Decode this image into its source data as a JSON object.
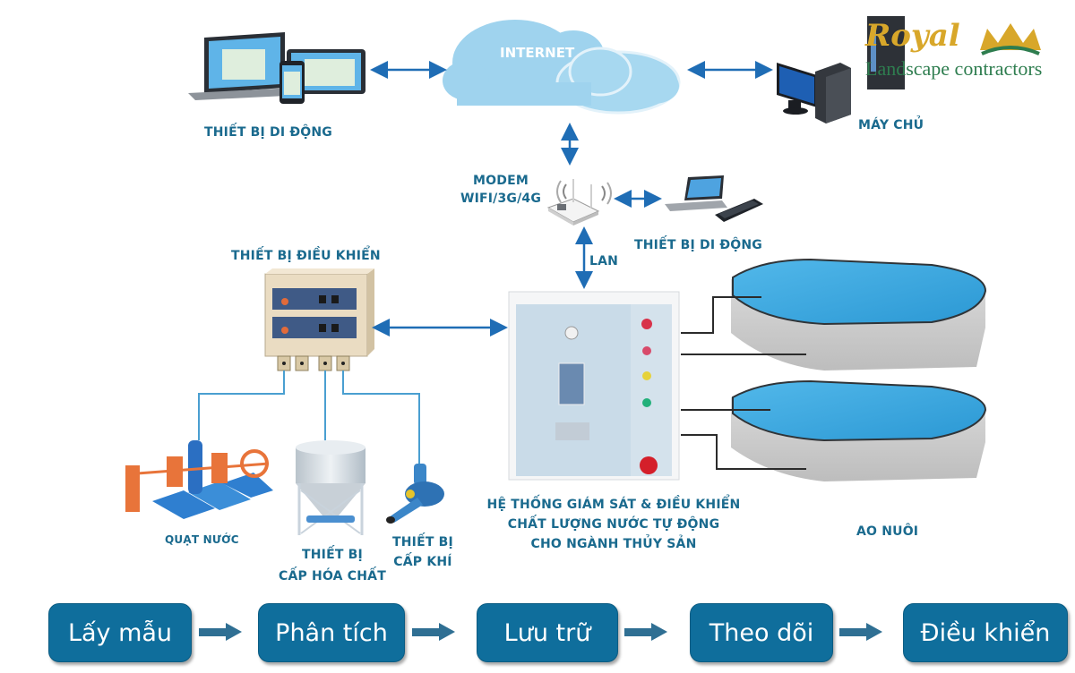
{
  "diagram": {
    "title": "Hệ thống giám sát & điều khiển chất lượng nước tự động cho ngành thủy sản",
    "colors": {
      "label_text": "#1a6a8e",
      "arrow": "#1f6db5",
      "step_box": "#0f6e9c",
      "cloud": "#9fd3ee",
      "pond_water": "#3aa8e0",
      "logo_gold": "#d8a72a",
      "logo_green": "#2e7d4f"
    },
    "logo": {
      "name": "Royal",
      "tagline": "Landscape contractors"
    },
    "nodes": {
      "internet": {
        "label": "INTERNET",
        "icon": "cloud-icon"
      },
      "mobile_top": {
        "label": "THIẾT BỊ DI ĐỘNG",
        "icon": "laptop-tablet-phone-icon"
      },
      "server": {
        "label": "MÁY CHỦ",
        "icon": "desktop-computer-icon"
      },
      "modem": {
        "label_line1": "MODEM",
        "label_line2": "WIFI/3G/4G",
        "icon": "wifi-router-icon"
      },
      "mobile_mid": {
        "label": "THIẾT BỊ DI ĐỘNG",
        "icon": "laptop-phone-icon"
      },
      "lan": {
        "label": "LAN"
      },
      "controller": {
        "label": "THIẾT BỊ  ĐIỀU KHIỂN",
        "icon": "control-box-icon"
      },
      "main_system": {
        "label_line1": "HỆ THỐNG GIÁM SÁT & ĐIỀU KHIỂN",
        "label_line2": "CHẤT LƯỢNG NƯỚC TỰ ĐỘNG",
        "label_line3": "CHO NGÀNH THỦY SẢN",
        "icon": "electrical-cabinet-icon"
      },
      "ponds": {
        "label": "AO NUÔI",
        "icon": "pond-icon"
      },
      "aerator": {
        "label": "QUẠT NƯỚC",
        "icon": "paddlewheel-aerator-icon"
      },
      "chemical": {
        "label_line1": "THIẾT BỊ",
        "label_line2": "CẤP HÓA CHẤT",
        "icon": "chemical-tank-icon"
      },
      "air": {
        "label_line1": "THIẾT BỊ",
        "label_line2": "CẤP KHÍ",
        "icon": "air-blower-icon"
      }
    },
    "process_steps": [
      {
        "label": "Lấy mẫu"
      },
      {
        "label": "Phân tích"
      },
      {
        "label": "Lưu trữ"
      },
      {
        "label": "Theo dõi"
      },
      {
        "label": "Điều khiển"
      }
    ]
  }
}
